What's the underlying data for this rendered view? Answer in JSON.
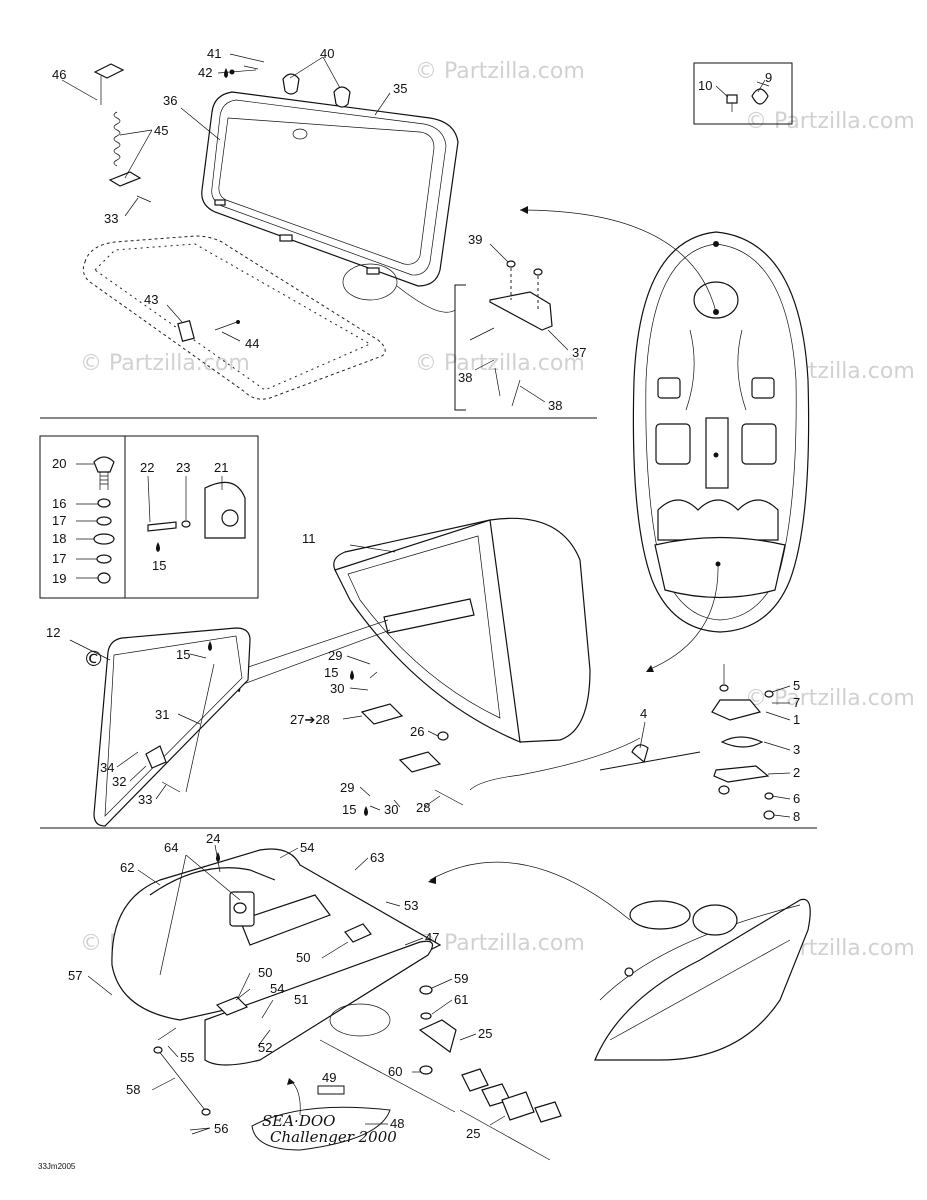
{
  "diagram": {
    "drawing_code": "33Jm2005",
    "watermark": "© Partzilla.com",
    "corner_watermark": "© Partzilla.com",
    "logo_brand": "SEA·DOO",
    "logo_model": "Challenger 2000",
    "callouts": {
      "n1": "1",
      "n2": "2",
      "n3": "3",
      "n4": "4",
      "n5": "5",
      "n6": "6",
      "n7": "7",
      "n8": "8",
      "n9": "9",
      "n10": "10",
      "n11": "11",
      "n12": "12",
      "n15a": "15",
      "n15b": "15",
      "n15c": "15",
      "n15d": "15",
      "n16": "16",
      "n17a": "17",
      "n17b": "17",
      "n18": "18",
      "n19": "19",
      "n20": "20",
      "n21": "21",
      "n22": "22",
      "n23": "23",
      "n24": "24",
      "n25a": "25",
      "n25b": "25",
      "n26": "26",
      "n27": "27➔28",
      "n28": "28",
      "n29a": "29",
      "n29b": "29",
      "n30a": "30",
      "n30b": "30",
      "n31": "31",
      "n32": "32",
      "n33a": "33",
      "n33b": "33",
      "n34": "34",
      "n35": "35",
      "n36": "36",
      "n37": "37",
      "n38a": "38",
      "n38b": "38",
      "n39": "39",
      "n40": "40",
      "n41": "41",
      "n42": "42",
      "n43": "43",
      "n44": "44",
      "n45": "45",
      "n46": "46",
      "n47": "47",
      "n48": "48",
      "n49": "49",
      "n50a": "50",
      "n50b": "50",
      "n51": "51",
      "n52": "52",
      "n53": "53",
      "n54a": "54",
      "n54b": "54",
      "n55": "55",
      "n56": "56",
      "n57": "57",
      "n58": "58",
      "n59": "59",
      "n60": "60",
      "n61": "61",
      "n62": "62",
      "n63": "63",
      "n64": "64"
    }
  }
}
